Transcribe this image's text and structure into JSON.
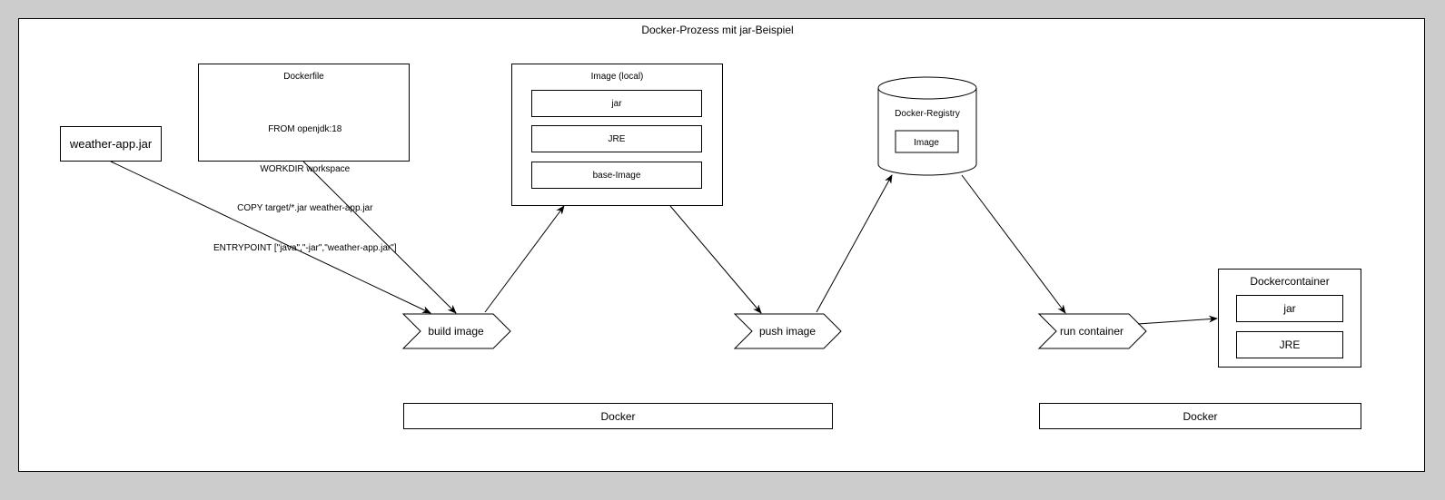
{
  "diagram": {
    "title": "Docker-Prozess mit jar-Beispiel",
    "jar_file": "weather-app.jar",
    "dockerfile": {
      "title": "Dockerfile",
      "lines": [
        "FROM openjdk:18",
        "WORKDIR workspace",
        "COPY target/*.jar weather-app.jar",
        "ENTRYPOINT [\"java\",\"-jar\",\"weather-app.jar\"]"
      ]
    },
    "image_local": {
      "title": "Image (local)",
      "layers": [
        "jar",
        "JRE",
        "base-Image"
      ]
    },
    "registry": {
      "title": "Docker-Registry",
      "item": "Image"
    },
    "steps": {
      "build": "build image",
      "push": "push image",
      "run": "run container"
    },
    "container": {
      "title": "Dockercontainer",
      "layers": [
        "jar",
        "JRE"
      ]
    },
    "docker_bars": [
      "Docker",
      "Docker"
    ]
  }
}
